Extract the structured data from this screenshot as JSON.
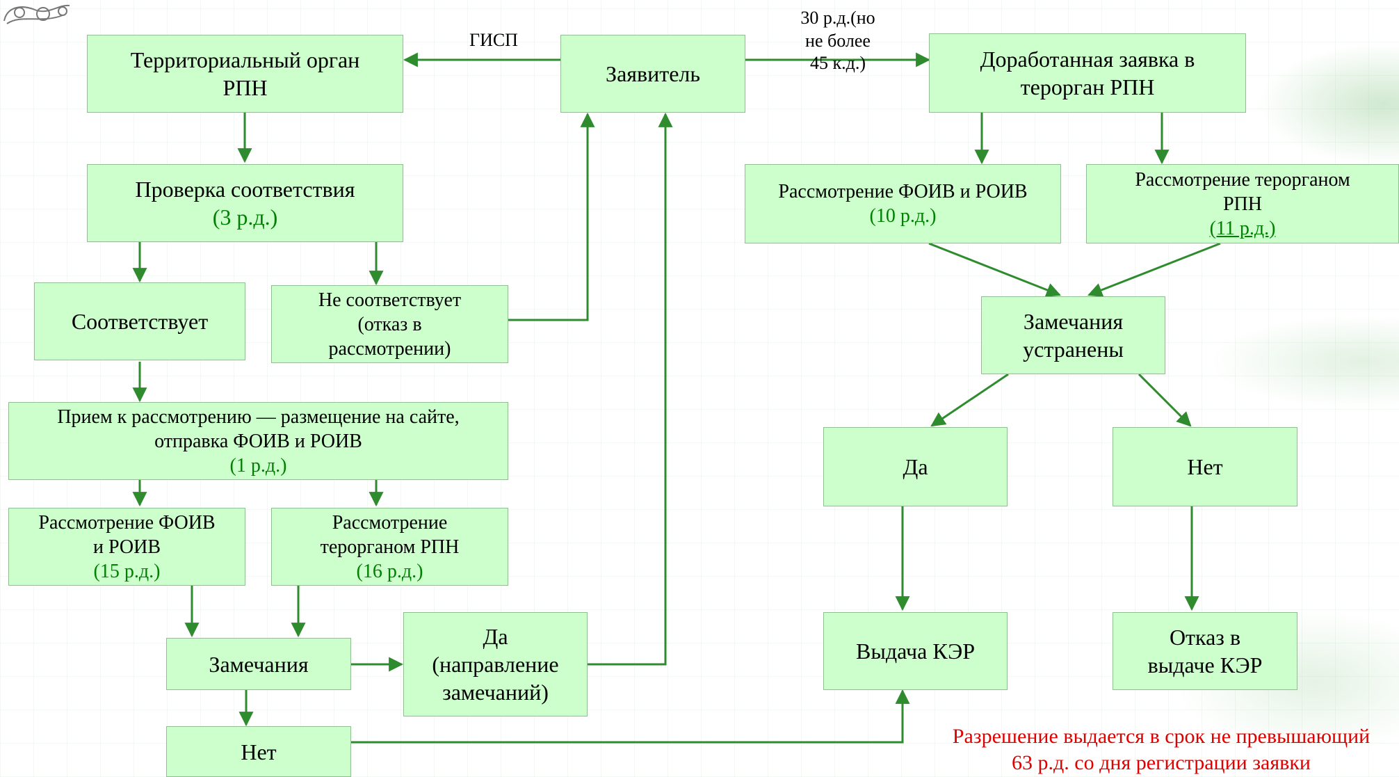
{
  "colors": {
    "box_fill": "#ccffcc",
    "box_border": "#8fbf8f",
    "arrow": "#2e8b2e",
    "days_text": "#008000",
    "note_text": "#e00000"
  },
  "labels": {
    "gisp": "ГИСП",
    "deadline": [
      "30 р.д.(но",
      "не более",
      "45 к.д.)"
    ]
  },
  "boxes": {
    "territorial_body": [
      "Территориальный орган",
      "РПН"
    ],
    "applicant": "Заявитель",
    "revised_application": [
      "Доработанная заявка в",
      "терорган РПН"
    ],
    "compliance_check": {
      "title": "Проверка соответствия",
      "days": "(3 р.д.)"
    },
    "compliant": "Соответствует",
    "non_compliant": [
      "Не соответствует",
      "(отказ в",
      "рассмотрении)"
    ],
    "acceptance": {
      "lines": [
        "Прием к рассмотрению — размещение на сайте,",
        "отправка ФОИВ и РОИВ"
      ],
      "days": "(1 р.д.)"
    },
    "foiv_review_left": {
      "lines": [
        "Рассмотрение ФОИВ",
        "и РОИВ"
      ],
      "days": "(15 р.д.)"
    },
    "rpn_review_left": {
      "lines": [
        "Рассмотрение",
        "терорганом РПН"
      ],
      "days": "(16 р.д.)"
    },
    "remarks": "Замечания",
    "yes_remarks": [
      "Да",
      "(направление",
      "замечаний)"
    ],
    "no_left": "Нет",
    "foiv_review_right": {
      "title": "Рассмотрение ФОИВ и РОИВ",
      "days": "(10 р.д.)"
    },
    "rpn_review_right": {
      "lines": [
        "Рассмотрение терорганом",
        "РПН"
      ],
      "days": "(11 р.д.)"
    },
    "remarks_fixed": [
      "Замечания",
      "устранены"
    ],
    "yes_right": "Да",
    "no_right": "Нет",
    "issue_ker": "Выдача КЭР",
    "refuse_ker": [
      "Отказ в",
      "выдаче КЭР"
    ]
  },
  "note": [
    "Разрешение выдается в срок не превышающий",
    "63 р.д. со дня регистрации заявки"
  ]
}
